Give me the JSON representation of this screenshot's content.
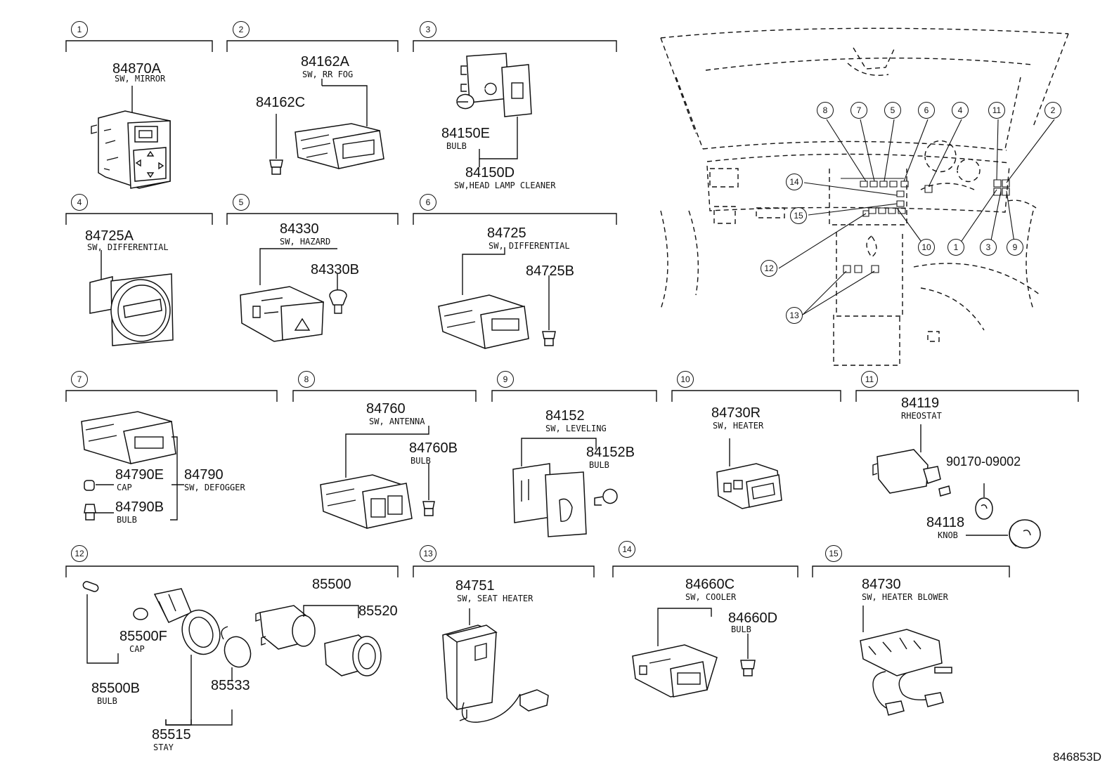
{
  "diagram_ref": "846853D",
  "sections": [
    {
      "num": "1",
      "parts": [
        {
          "pn": "84870A",
          "desc": "SW, MIRROR"
        }
      ]
    },
    {
      "num": "2",
      "parts": [
        {
          "pn": "84162A",
          "desc": "SW, RR FOG"
        },
        {
          "pn": "84162C",
          "desc": ""
        }
      ]
    },
    {
      "num": "3",
      "parts": [
        {
          "pn": "84150E",
          "desc": "BULB"
        },
        {
          "pn": "84150D",
          "desc": "SW,HEAD LAMP CLEANER"
        }
      ]
    },
    {
      "num": "4",
      "parts": [
        {
          "pn": "84725A",
          "desc": "SW, DIFFERENTIAL"
        }
      ]
    },
    {
      "num": "5",
      "parts": [
        {
          "pn": "84330",
          "desc": "SW, HAZARD"
        },
        {
          "pn": "84330B",
          "desc": ""
        }
      ]
    },
    {
      "num": "6",
      "parts": [
        {
          "pn": "84725",
          "desc": "SW, DIFFERENTIAL"
        },
        {
          "pn": "84725B",
          "desc": ""
        }
      ]
    },
    {
      "num": "7",
      "parts": [
        {
          "pn": "84790E",
          "desc": "CAP"
        },
        {
          "pn": "84790",
          "desc": "SW, DEFOGGER"
        },
        {
          "pn": "84790B",
          "desc": "BULB"
        }
      ]
    },
    {
      "num": "8",
      "parts": [
        {
          "pn": "84760",
          "desc": "SW, ANTENNA"
        },
        {
          "pn": "84760B",
          "desc": "BULB"
        }
      ]
    },
    {
      "num": "9",
      "parts": [
        {
          "pn": "84152",
          "desc": "SW, LEVELING"
        },
        {
          "pn": "84152B",
          "desc": "BULB"
        }
      ]
    },
    {
      "num": "10",
      "parts": [
        {
          "pn": "84730R",
          "desc": "SW, HEATER"
        }
      ]
    },
    {
      "num": "11",
      "parts": [
        {
          "pn": "84119",
          "desc": "RHEOSTAT"
        },
        {
          "pn": "90170-09002",
          "desc": ""
        },
        {
          "pn": "84118",
          "desc": "KNOB"
        }
      ]
    },
    {
      "num": "12",
      "parts": [
        {
          "pn": "85500",
          "desc": ""
        },
        {
          "pn": "85520",
          "desc": ""
        },
        {
          "pn": "85500F",
          "desc": "CAP"
        },
        {
          "pn": "85500B",
          "desc": "BULB"
        },
        {
          "pn": "85533",
          "desc": ""
        },
        {
          "pn": "85515",
          "desc": "STAY"
        }
      ]
    },
    {
      "num": "13",
      "parts": [
        {
          "pn": "84751",
          "desc": "SW, SEAT HEATER"
        }
      ]
    },
    {
      "num": "14",
      "parts": [
        {
          "pn": "84660C",
          "desc": "SW, COOLER"
        },
        {
          "pn": "84660D",
          "desc": "BULB"
        }
      ]
    },
    {
      "num": "15",
      "parts": [
        {
          "pn": "84730",
          "desc": "SW, HEATER BLOWER"
        }
      ]
    }
  ],
  "overview_callouts": [
    "8",
    "7",
    "5",
    "6",
    "4",
    "11",
    "2",
    "14",
    "15",
    "10",
    "1",
    "3",
    "9",
    "12",
    "13"
  ]
}
